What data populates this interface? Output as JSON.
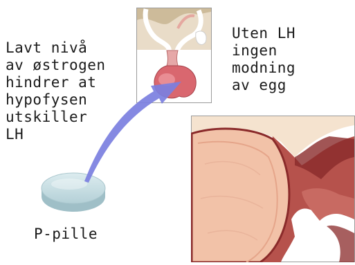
{
  "left_text": [
    "Lavt nivå",
    "av østrogen",
    "hindrer at",
    "hypofysen",
    "utskiller",
    "LH"
  ],
  "right_text": [
    "Uten LH",
    "ingen",
    "modning",
    "av egg"
  ],
  "pill_label": "P-pille",
  "colors": {
    "arrow": "#7b7fe0",
    "pill_top": "#c5dde3",
    "pill_side": "#9fbfc7",
    "gland": "#d9676f",
    "ovary_tissue": "#f2c2a8",
    "ovary_dark": "#8a2a2a"
  }
}
